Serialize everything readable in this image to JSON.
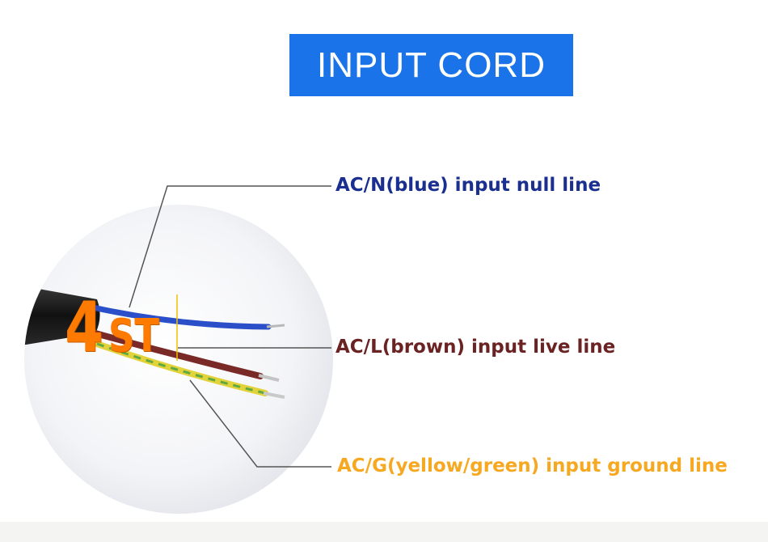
{
  "title": {
    "text": "INPUT CORD",
    "bg_color": "#1a73e8"
  },
  "labels": {
    "null_line": {
      "text": "AC/N(blue) input null line",
      "color": "#1a2f8f"
    },
    "live_line": {
      "text": "AC/L(brown) input live line",
      "color": "#6b2222"
    },
    "ground_line": {
      "text": "AC/G(yellow/green) input ground line",
      "color": "#f6a821"
    }
  },
  "brand": {
    "number": "4",
    "suffix": "ST",
    "color": "#ff7a00"
  },
  "wires": {
    "blue": "#2a4fc8",
    "brown": "#7a2a26",
    "yellow": "#e2d33a",
    "green": "#5fa843",
    "jacket": "#1b1b1b"
  }
}
